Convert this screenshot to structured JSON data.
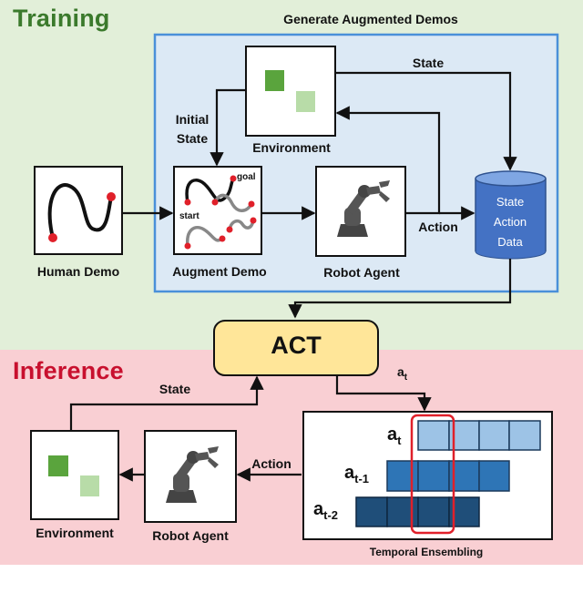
{
  "colors": {
    "training_bg": "#e2efd9",
    "inference_bg": "#f9cfd3",
    "training_title": "#3b7a2c",
    "inference_title": "#c8102e",
    "panel_bg": "#dce9f5",
    "panel_border": "#4a90d9",
    "act_fill": "#ffe699",
    "db_fill": "#4472c4",
    "highlight": "#e0202a",
    "env_dark_square": "#5aa43d",
    "env_light_square": "#b8dca8"
  },
  "training": {
    "title": "Training",
    "panel_title": "Generate Augmented  Demos",
    "human_demo_label": "Human Demo",
    "augment_demo_label": "Augment Demo",
    "robot_agent_label": "Robot Agent",
    "environment_label": "Environment",
    "initial_state_line1": "Initial",
    "initial_state_line2": "State",
    "state_label": "State",
    "action_label": "Action",
    "goal_label": "goal",
    "start_label": "start",
    "database_lines": [
      "State",
      "Action",
      "Data"
    ]
  },
  "act_label": "ACT",
  "inference": {
    "title": "Inference",
    "state_label": "State",
    "action_label": "Action",
    "environment_label": "Environment",
    "robot_agent_label": "Robot Agent",
    "output_label": "a",
    "output_sub": "t",
    "ensemble_title": "Temporal Ensembling",
    "rows": [
      {
        "label": "a",
        "sub": "t",
        "color": "#9dc3e6"
      },
      {
        "label": "a",
        "sub": "t-1",
        "color": "#2e75b6"
      },
      {
        "label": "a",
        "sub": "t-2",
        "color": "#1f4e79"
      }
    ]
  }
}
